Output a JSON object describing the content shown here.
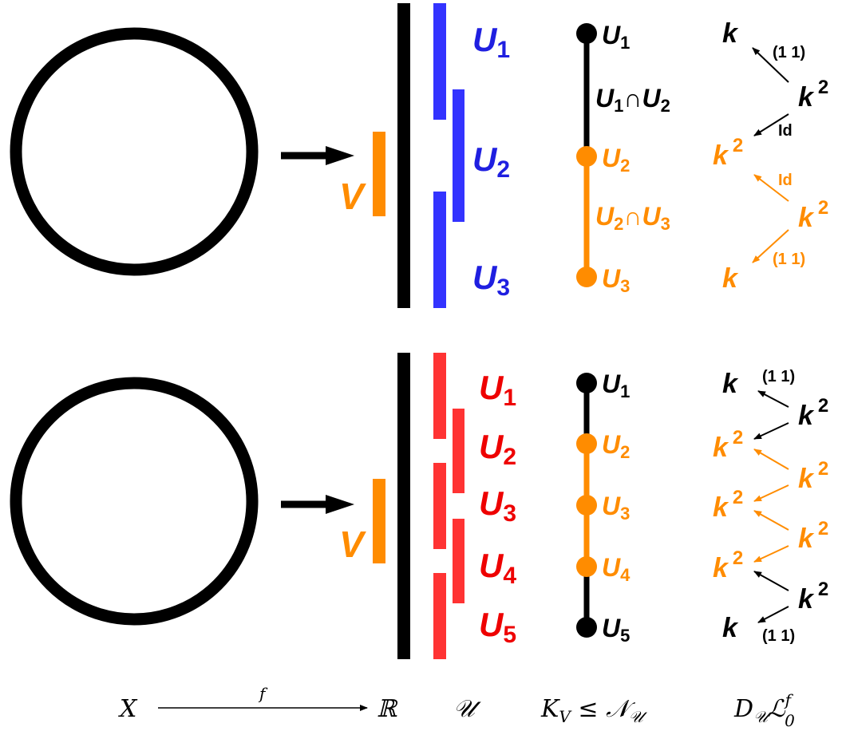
{
  "colors": {
    "black": "#000000",
    "blue": "#3333ff",
    "orange": "#ff8c00",
    "red": "#ff3333",
    "label_red": "#ee0000",
    "label_blue": "#1f1fe0"
  },
  "top": {
    "V": "V",
    "cover": [
      {
        "name": "U",
        "sub": "1"
      },
      {
        "name": "U",
        "sub": "2"
      },
      {
        "name": "U",
        "sub": "3"
      }
    ],
    "nerve_nodes": [
      {
        "name": "U",
        "sub": "1"
      },
      {
        "name": "U",
        "sub": "2"
      },
      {
        "name": "U",
        "sub": "3"
      }
    ],
    "nerve_edges": [
      {
        "a": "U",
        "a_sub": "1",
        "op": "∩",
        "b": "U",
        "b_sub": "2"
      },
      {
        "a": "U",
        "a_sub": "2",
        "op": "∩",
        "b": "U",
        "b_sub": "3"
      }
    ],
    "diagram": {
      "k": "k",
      "k2": "k",
      "exp": "2",
      "matrix": "(1  1)",
      "id": "Id"
    }
  },
  "bottom": {
    "V": "V",
    "cover": [
      {
        "name": "U",
        "sub": "1"
      },
      {
        "name": "U",
        "sub": "2"
      },
      {
        "name": "U",
        "sub": "3"
      },
      {
        "name": "U",
        "sub": "4"
      },
      {
        "name": "U",
        "sub": "5"
      }
    ],
    "nerve_nodes": [
      {
        "name": "U",
        "sub": "1"
      },
      {
        "name": "U",
        "sub": "2"
      },
      {
        "name": "U",
        "sub": "3"
      },
      {
        "name": "U",
        "sub": "4"
      },
      {
        "name": "U",
        "sub": "5"
      }
    ],
    "diagram": {
      "k": "k",
      "k2": "k",
      "exp": "2",
      "matrix": "(1  1)"
    }
  },
  "caption": {
    "X": "X",
    "f": "f",
    "R": "ℝ",
    "U": "𝒰",
    "K": "K",
    "K_sub": "V",
    "leq": " ≤ ",
    "N": "𝒩",
    "N_sub": "𝒰",
    "D": "D",
    "D_sub": "𝒰",
    "L": "ℒ",
    "L_sup": "f",
    "L_sub": "0"
  }
}
